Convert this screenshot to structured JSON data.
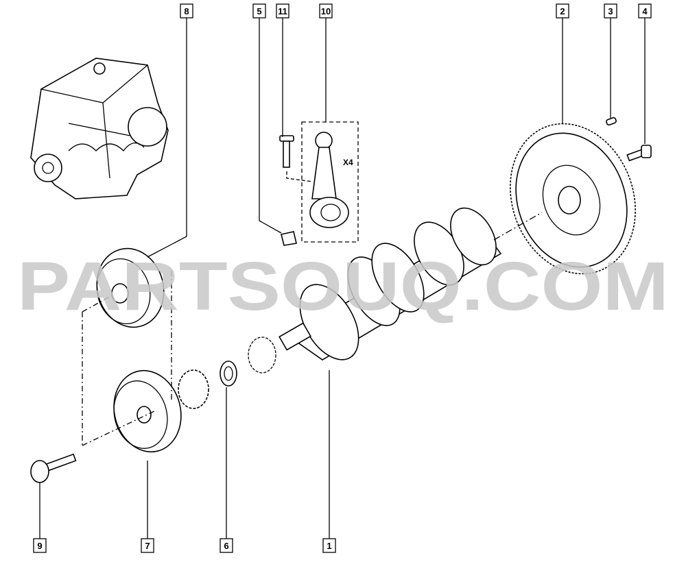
{
  "diagram": {
    "watermark": "PARTSOUQ.COM",
    "quantity_note": "X4",
    "callouts": {
      "c1": "1",
      "c2": "2",
      "c3": "3",
      "c4": "4",
      "c5": "5",
      "c6": "6",
      "c7": "7",
      "c8": "8",
      "c9": "9",
      "c10": "10",
      "c11": "11"
    }
  }
}
